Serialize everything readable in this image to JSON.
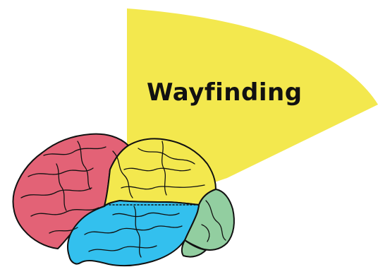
{
  "title": "Wayfinding",
  "colors": {
    "sector": "#f3e84e",
    "frontal": "#e36276",
    "parietal": "#f3e84e",
    "temporal": "#33c0ee",
    "occipital": "#92cea0",
    "outline": "#111111",
    "background": "#ffffff"
  },
  "brain_regions": [
    "frontal-lobe",
    "parietal-lobe",
    "temporal-lobe",
    "occipital-lobe"
  ]
}
